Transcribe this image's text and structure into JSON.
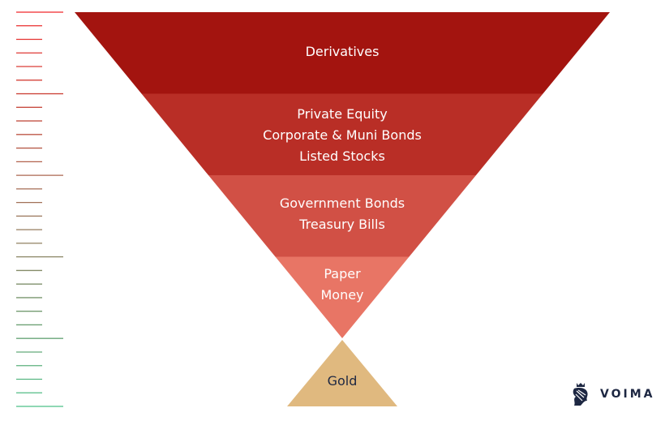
{
  "tiers": [
    {
      "name": "derivatives",
      "lines": [
        "Derivatives"
      ],
      "color": "#a3140f"
    },
    {
      "name": "private-equity-bonds-stocks",
      "lines": [
        "Private Equity",
        "Corporate & Muni Bonds",
        "Listed Stocks"
      ],
      "color": "#b92e26"
    },
    {
      "name": "government-bonds-treasury",
      "lines": [
        "Government Bonds",
        "Treasury Bills"
      ],
      "color": "#d15045"
    },
    {
      "name": "paper-money",
      "lines": [
        "Paper",
        "Money"
      ],
      "color": "#e87565"
    }
  ],
  "base": {
    "label": "Gold",
    "color": "#e0b97f"
  },
  "scale": {
    "tick_count": 30,
    "top_color": "#f0282a",
    "bottom_color": "#4cc088"
  },
  "logo": {
    "text": "VOIMA",
    "color": "#1d2742"
  }
}
